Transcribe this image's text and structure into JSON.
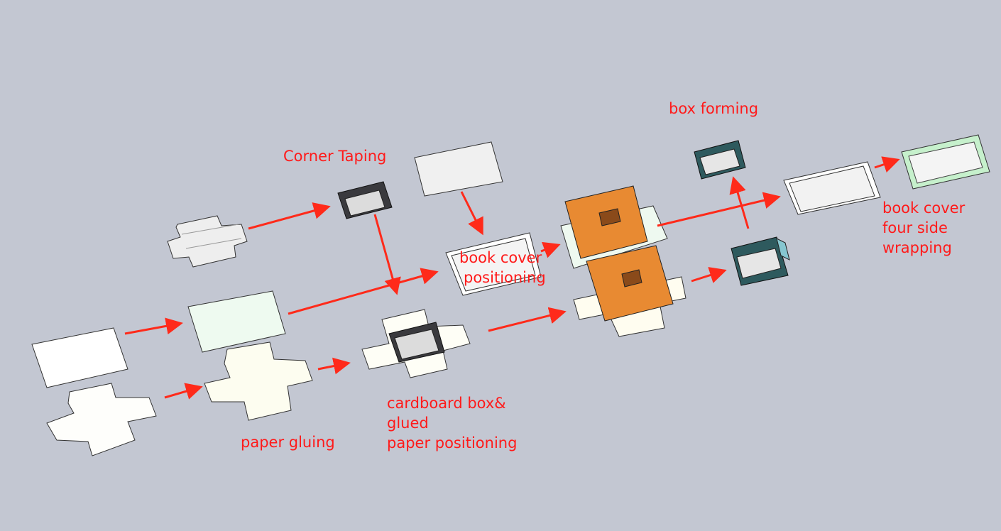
{
  "labels": {
    "corner_taping": "Corner Taping",
    "box_forming": "box forming",
    "book_cover_positioning": [
      "book cover",
      "positioning"
    ],
    "book_cover_wrapping": [
      "book cover",
      "four side",
      "wrapping"
    ],
    "paper_gluing": "paper gluing",
    "cardboard_positioning": [
      "cardboard box&",
      "glued",
      "paper positioning"
    ]
  },
  "colors": {
    "background": "#c3c7d2",
    "label": "#ff1a1a",
    "arrow": "#ff2a1a",
    "press_plate": "#e88a32",
    "formed_box": "#2e5a5e",
    "taped_box": "#3a3a3e",
    "glued_paper": "#fdfdf0",
    "book_cover_tint": "#e8fbef"
  }
}
